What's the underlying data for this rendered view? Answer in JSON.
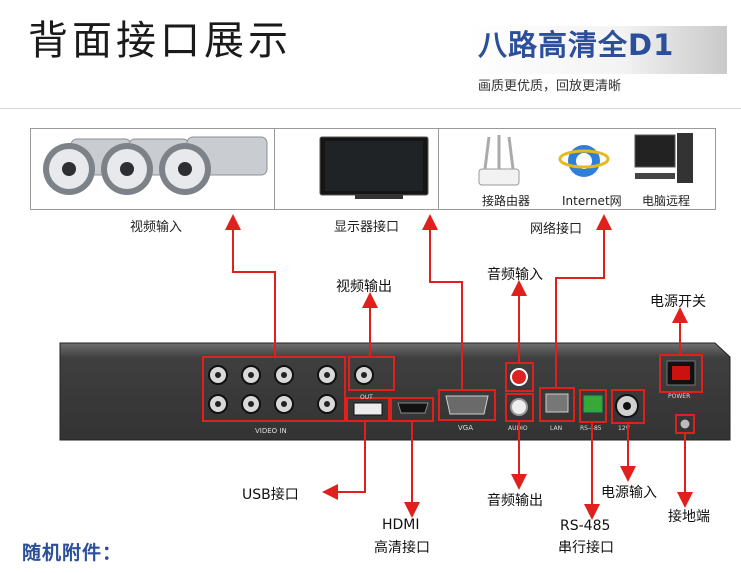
{
  "header": {
    "title": "背面接口展示",
    "tagline": "八路高清全D1",
    "subtagline": "画质更优质，回放更清晰"
  },
  "devices": {
    "camera_caption": "视频输入",
    "monitor_caption": "显示器接口",
    "network_caption": "网络接口",
    "network_items": [
      "接路由器",
      "Internet网",
      "电脑远程"
    ]
  },
  "panel_labels": {
    "video_in": "VIDEO IN",
    "out": "OUT",
    "vga": "VGA",
    "audio": "AUDIO",
    "lan": "LAN",
    "rs485": "RS-485",
    "power_in": "12V",
    "power": "POWER"
  },
  "callouts": {
    "video_out": "视频输出",
    "audio_in": "音频输入",
    "power_switch": "电源开关",
    "usb": "USB接口",
    "hdmi_line1": "HDMI",
    "hdmi_line2": "高清接口",
    "audio_out": "音频输出",
    "power_input": "电源输入",
    "rs485_line1": "RS-485",
    "rs485_line2": "串行接口",
    "ground": "接地端"
  },
  "footer": {
    "accessories": "随机附件："
  },
  "colors": {
    "accent_blue": "#2b4f9a",
    "callout_red": "#e0201c",
    "panel_dark": "#3d3d3d"
  }
}
